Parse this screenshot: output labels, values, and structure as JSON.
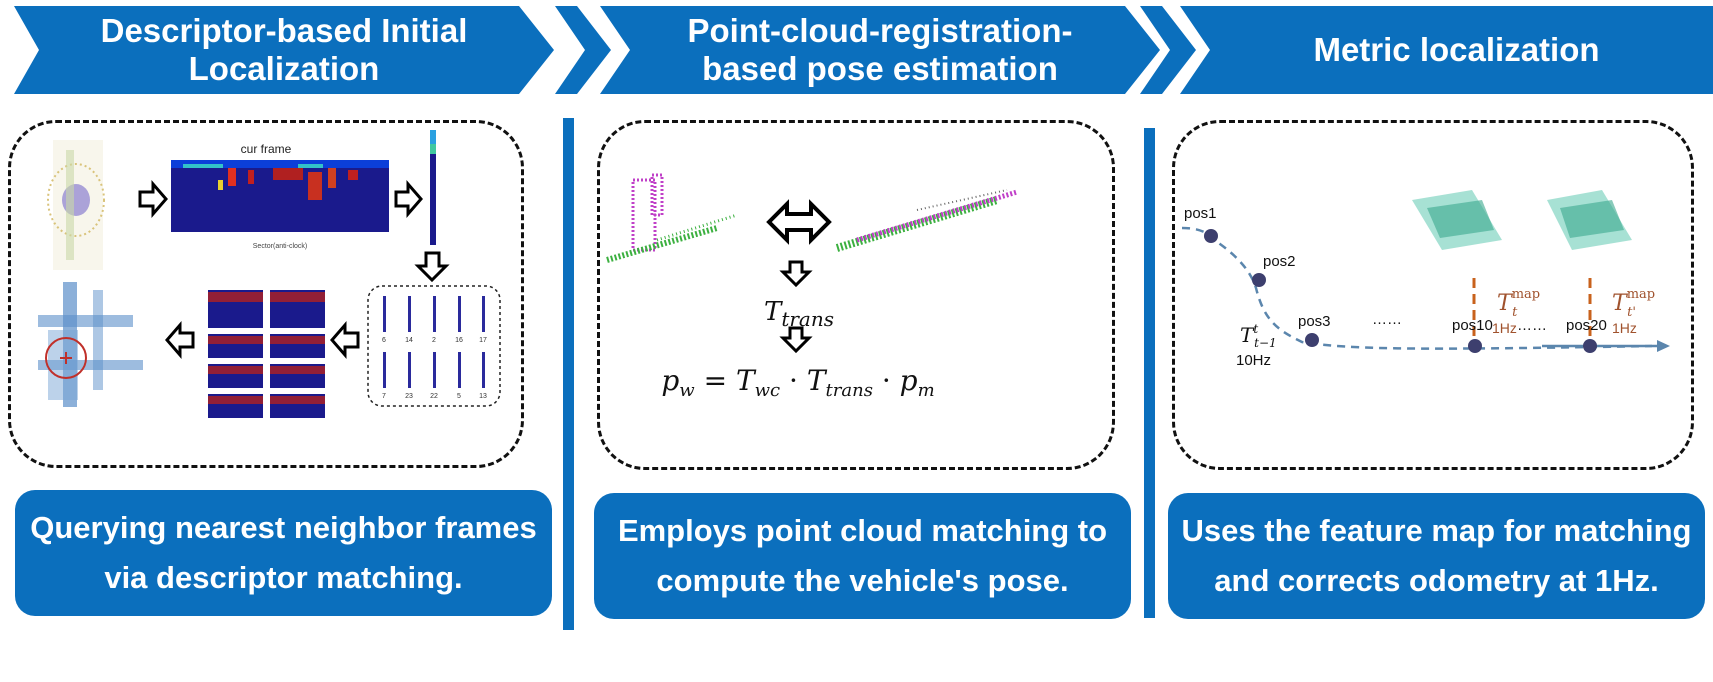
{
  "stages": [
    {
      "title_line1": "Descriptor-based Initial",
      "title_line2": "Localization",
      "caption_line1": "Querying nearest neighbor frames",
      "caption_line2": "via descriptor matching."
    },
    {
      "title_line1": "Point-cloud-registration-",
      "title_line2": "based pose estimation",
      "caption_line1": "Employs point cloud matching to",
      "caption_line2": "compute the vehicle's pose."
    },
    {
      "title_line1": "Metric localization",
      "title_line2": "",
      "caption_line1": "Uses the feature map for matching",
      "caption_line2": "and corrects odometry at 1Hz."
    }
  ],
  "panel1": {
    "scan_title": "cur frame",
    "scan_xlabel": "Sector(anti-clock)",
    "candidate_ids_top": [
      "6",
      "14",
      "2",
      "16",
      "17"
    ],
    "candidate_ids_bottom": [
      "7",
      "23",
      "22",
      "5",
      "13"
    ]
  },
  "panel2": {
    "t_main": "T",
    "t_sub": "trans",
    "eq_lhs": "p",
    "eq_lhs_sub": "w",
    "eq_t1": "T",
    "eq_t1_sub": "wc",
    "eq_t2": "T",
    "eq_t2_sub": "trans",
    "eq_rhs": "p",
    "eq_rhs_sub": "m"
  },
  "panel3": {
    "pos_labels": [
      "pos1",
      "pos2",
      "pos3",
      "pos10",
      "pos20"
    ],
    "ellipsis": "……",
    "odom_T": "T",
    "odom_sup": "t",
    "odom_sub": "t−1",
    "odom_rate": "10Hz",
    "map_T1": "T",
    "map_T1_sup": "map",
    "map_T1_sub": "t",
    "map_T2": "T",
    "map_T2_sup": "map",
    "map_T2_sub": "t'",
    "map_rate": "1Hz"
  },
  "colors": {
    "brand": "#0b6fbd",
    "pose_dot": "#3d3f6e",
    "traj": "#5b86ad",
    "map_label": "#a0522d"
  }
}
